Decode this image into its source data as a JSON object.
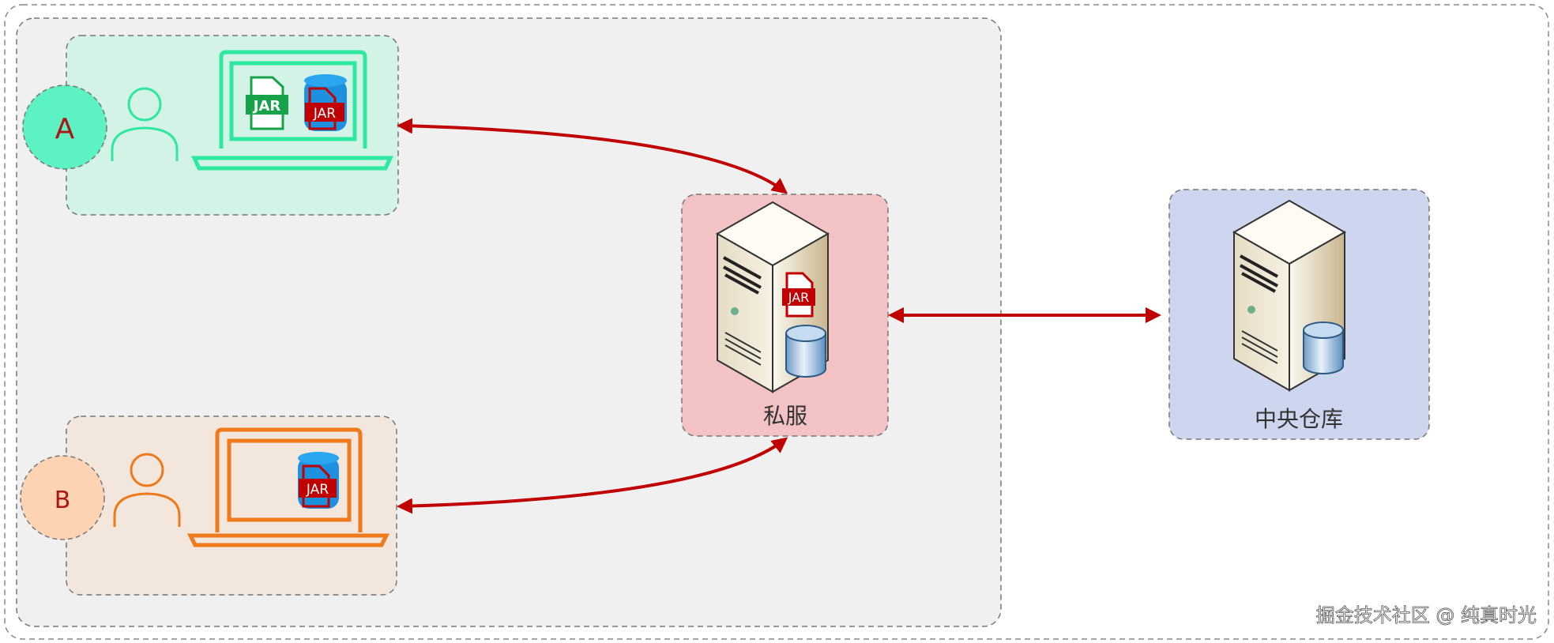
{
  "nodes": {
    "a": {
      "label": "A",
      "file_label": "JAR",
      "repo_label": "JAR",
      "color": "#5cf2c4",
      "box_color": "#d2f3e6",
      "stroke": "#2ee8a0"
    },
    "b": {
      "label": "B",
      "repo_label": "JAR",
      "color": "#fdd3b4",
      "box_color": "#f3e6dc",
      "stroke": "#ee7a1c"
    },
    "private_server": {
      "label": "私服",
      "file_label": "JAR",
      "box_color": "#f2c2c4"
    },
    "central_repo": {
      "label": "中央仓库",
      "box_color": "#cdd6ee"
    }
  },
  "edges": [
    {
      "from": "a",
      "to": "private_server",
      "direction": "both"
    },
    {
      "from": "b",
      "to": "private_server",
      "direction": "both"
    },
    {
      "from": "private_server",
      "to": "central_repo",
      "direction": "both"
    }
  ],
  "arrow_color": "#c00000",
  "watermark": "掘金技术社区 @ 纯真时光"
}
